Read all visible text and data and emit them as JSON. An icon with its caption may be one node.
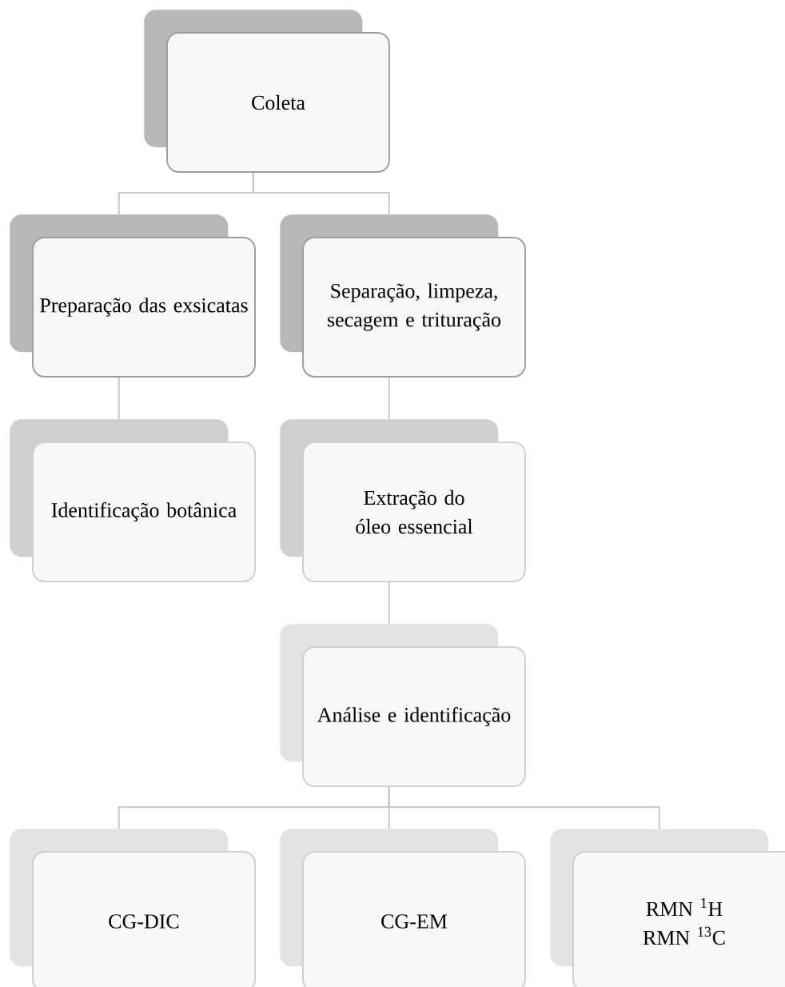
{
  "diagram": {
    "nodes": [
      {
        "text": [
          "Coleta"
        ]
      },
      {
        "text": [
          "Preparação das exsicatas"
        ]
      },
      {
        "text": [
          "Separação, limpeza, secagem e trituração"
        ]
      },
      {
        "text": [
          "Identificação botânica"
        ]
      },
      {
        "text": [
          "Extração do óleo essencial"
        ]
      },
      {
        "text": [
          "Análise e identificação"
        ]
      },
      {
        "text": [
          "CG-DIC"
        ]
      },
      {
        "text": [
          "CG-EM"
        ]
      },
      {
        "text": [
          "RMN $^{1}$H",
          "RMN $^{13}$C"
        ]
      }
    ],
    "edges": [
      {
        "from": 0,
        "to": 1,
        "arrow": "none"
      },
      {
        "from": 0,
        "to": 2,
        "arrow": "none"
      },
      {
        "from": 1,
        "to": 3,
        "arrow": "none"
      },
      {
        "from": 2,
        "to": 4,
        "arrow": "none"
      },
      {
        "from": 4,
        "to": 5,
        "arrow": "none"
      },
      {
        "from": 5,
        "to": 6,
        "arrow": "none"
      },
      {
        "from": 5,
        "to": 7,
        "arrow": "none"
      },
      {
        "from": 5,
        "to": 8,
        "arrow": "none"
      }
    ]
  }
}
